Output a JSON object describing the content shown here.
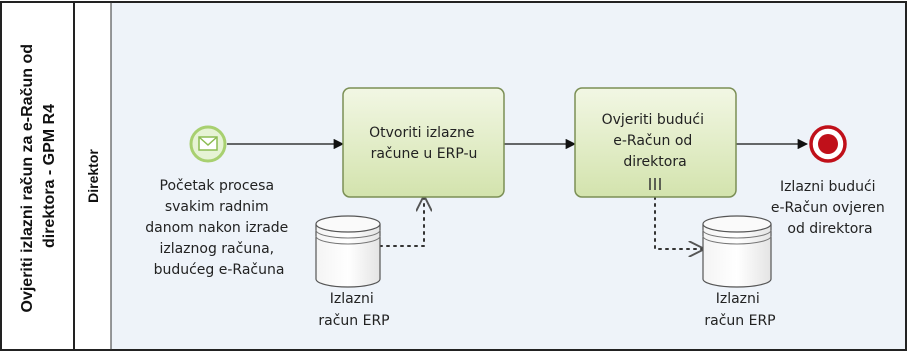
{
  "colors": {
    "lane_background": "#eef3f9",
    "task_fill_top": "#f2f7e4",
    "task_fill_bottom": "#d3e3ad",
    "task_stroke": "#7b8f55",
    "start_event": "#a8d070",
    "end_event": "#c0101a"
  },
  "pool": {
    "title_lines": [
      "Ovjeriti izlazni račun za e-Račun od",
      "direktora - GPM R4"
    ]
  },
  "lane": {
    "title": "Direktor"
  },
  "start_event": {
    "icon": "envelope-icon",
    "label_lines": [
      "Početak procesa",
      "svakim radnim",
      "danom nakon izrade",
      "izlaznog  računa,",
      "budućeg e-Računa"
    ]
  },
  "tasks": [
    {
      "label_lines": [
        "Otvoriti izlazne",
        "račune u ERP-u"
      ]
    },
    {
      "label_lines": [
        "Ovjeriti budući",
        "e-Račun  od",
        "direktora"
      ],
      "marker": "multi-instance-marker"
    }
  ],
  "end_event": {
    "label_lines": [
      "Izlazni budući",
      "e-Račun ovjeren",
      "od direktora"
    ]
  },
  "data_stores": [
    {
      "label_lines": [
        "Izlazni",
        "račun ERP"
      ]
    },
    {
      "label_lines": [
        "Izlazni",
        "račun ERP"
      ]
    }
  ]
}
